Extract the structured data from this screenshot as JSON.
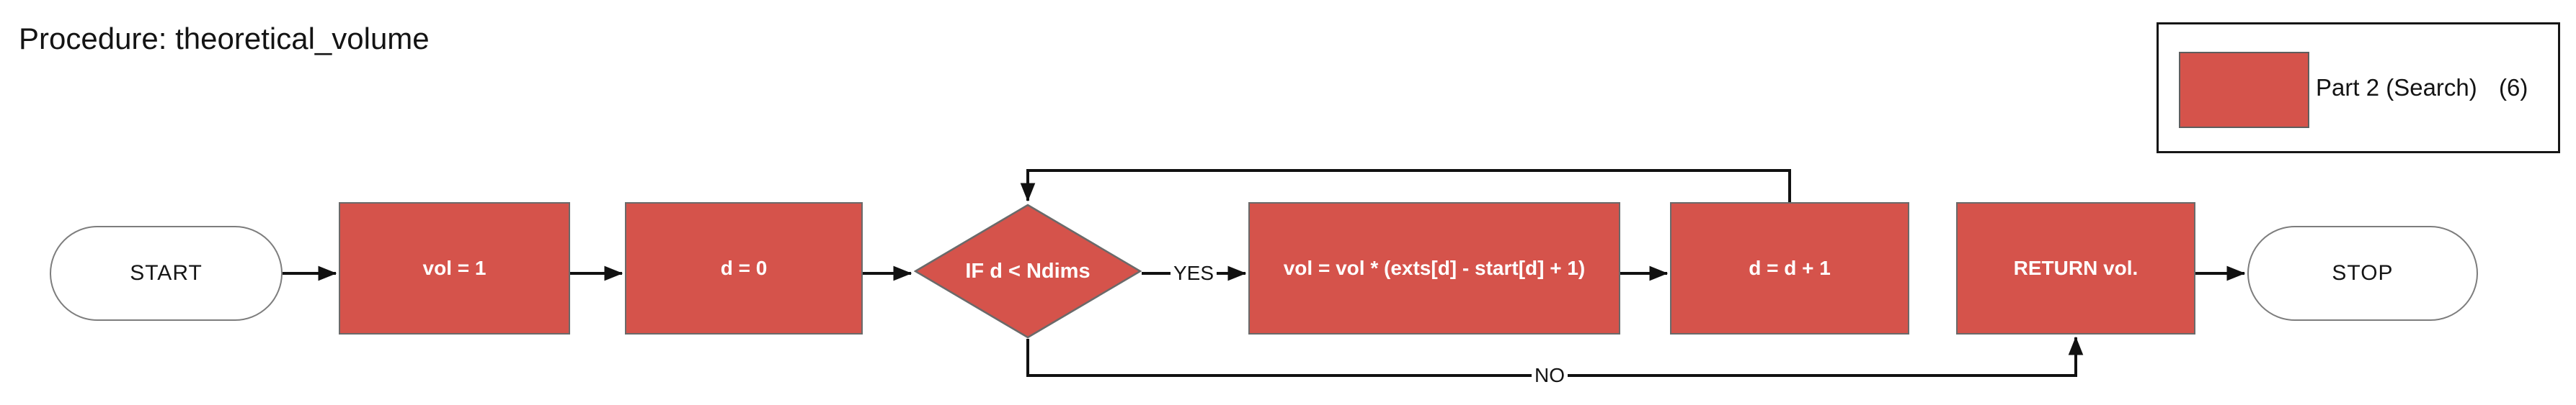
{
  "title": "Procedure: theoretical_volume",
  "legend": {
    "swatch_color": "#d5534b",
    "label": "Part 2 (Search)",
    "count": "(6)"
  },
  "flowchart": {
    "nodes": [
      {
        "id": "start",
        "type": "terminator",
        "label": "START"
      },
      {
        "id": "vol-init",
        "type": "process",
        "label": "vol = 1"
      },
      {
        "id": "d-init",
        "type": "process",
        "label": "d = 0"
      },
      {
        "id": "condition",
        "type": "decision",
        "label": "IF d < Ndims"
      },
      {
        "id": "vol-update",
        "type": "process",
        "label": "vol = vol * (exts[d] - start[d] + 1)"
      },
      {
        "id": "d-increment",
        "type": "process",
        "label": "d = d + 1"
      },
      {
        "id": "return",
        "type": "process",
        "label": "RETURN vol."
      },
      {
        "id": "stop",
        "type": "terminator",
        "label": "STOP"
      }
    ],
    "edges": [
      {
        "from": "start",
        "to": "vol-init",
        "label": ""
      },
      {
        "from": "vol-init",
        "to": "d-init",
        "label": ""
      },
      {
        "from": "d-init",
        "to": "condition",
        "label": ""
      },
      {
        "from": "condition",
        "to": "vol-update",
        "label": "YES"
      },
      {
        "from": "vol-update",
        "to": "d-increment",
        "label": ""
      },
      {
        "from": "d-increment",
        "to": "condition",
        "label": ""
      },
      {
        "from": "condition",
        "to": "return",
        "label": "NO"
      },
      {
        "from": "return",
        "to": "stop",
        "label": ""
      }
    ],
    "edge_labels": {
      "yes": "YES",
      "no": "NO"
    }
  },
  "colors": {
    "node_fill": "#d5534b",
    "node_border": "#6a6a6a",
    "line_color": "#111111"
  }
}
